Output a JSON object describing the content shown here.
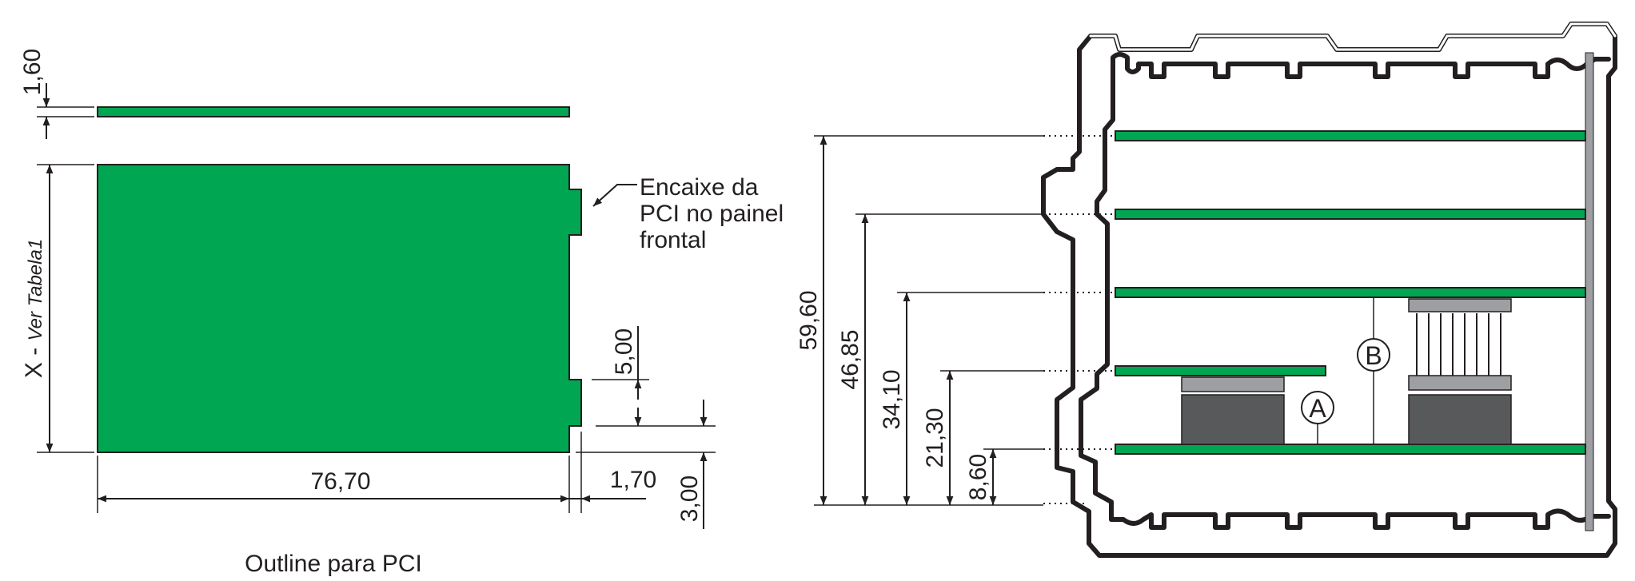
{
  "left": {
    "thickness_dim": "1,60",
    "height_dim_prefix": "X - ",
    "height_dim_italic": "Ver Tabela1",
    "width_dim": "76,70",
    "notch_dim": "5,00",
    "notch_depth_dim": "1,70",
    "bottom_offset_dim": "3,00",
    "callout": [
      "Encaixe da",
      "PCI no painel",
      "frontal"
    ],
    "caption": "Outline para PCI"
  },
  "right": {
    "dims": [
      "59,60",
      "46,85",
      "34,10",
      "21,30",
      "8,60"
    ],
    "marker_a": "A",
    "marker_b": "B"
  },
  "colors": {
    "pcb_green": "#00a651",
    "line": "#231f20",
    "component_dark": "#58595b",
    "component_light": "#9d9fa2",
    "rail_gray": "#9d9fa2"
  }
}
